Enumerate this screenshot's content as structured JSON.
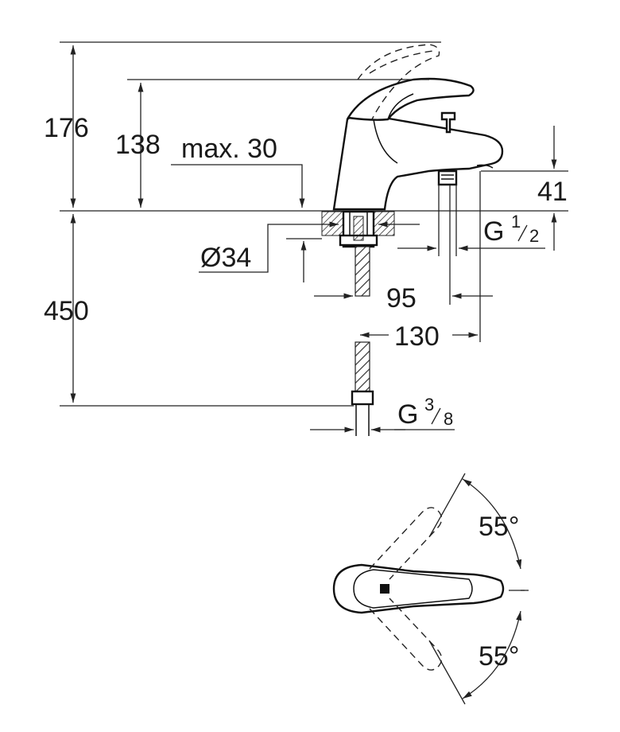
{
  "dimensions": {
    "total_height": "176",
    "lever_height": "138",
    "max_deck_thickness": "max. 30",
    "hole_diameter": "Ø34",
    "hose_length": "450",
    "spout_clearance": "41",
    "hand_shower_thread": {
      "base": "G",
      "num": "1",
      "den": "2"
    },
    "hose_thread": {
      "base": "G",
      "num": "3",
      "den": "8"
    },
    "distance_95": "95",
    "distance_130": "130"
  },
  "angles": {
    "upper": "55°",
    "lower": "55°"
  },
  "colors": {
    "line": "#111111",
    "background": "#ffffff"
  }
}
